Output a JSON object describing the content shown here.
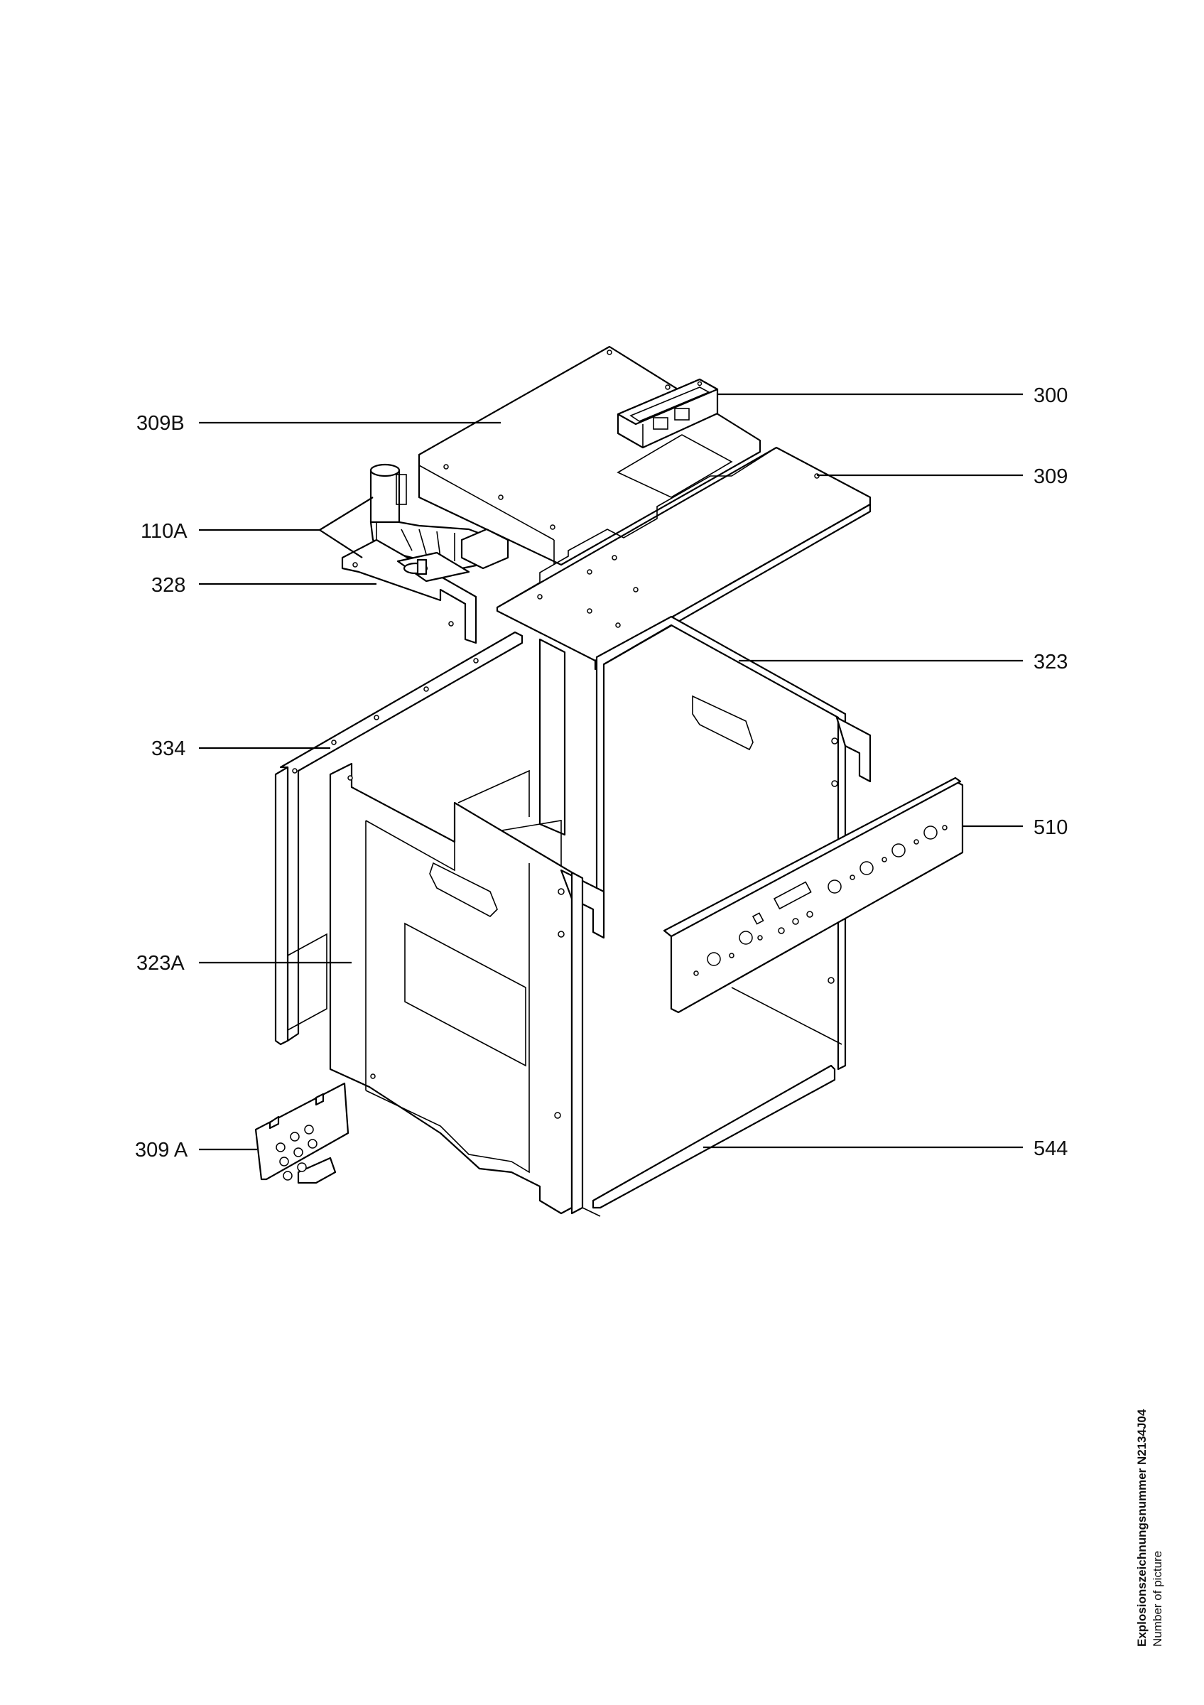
{
  "labels": [
    {
      "id": "309B",
      "text": "309B"
    },
    {
      "id": "110A",
      "text": "110A"
    },
    {
      "id": "328",
      "text": "328"
    },
    {
      "id": "334",
      "text": "334"
    },
    {
      "id": "323A",
      "text": "323A"
    },
    {
      "id": "309A",
      "text": "309 A"
    },
    {
      "id": "300",
      "text": "300"
    },
    {
      "id": "309",
      "text": "309"
    },
    {
      "id": "323",
      "text": "323"
    },
    {
      "id": "510",
      "text": "510"
    },
    {
      "id": "544",
      "text": "544"
    }
  ],
  "caption": {
    "title": "Explosionszeichnungsnummer N2134J04",
    "subtitle": "Number of picture"
  }
}
